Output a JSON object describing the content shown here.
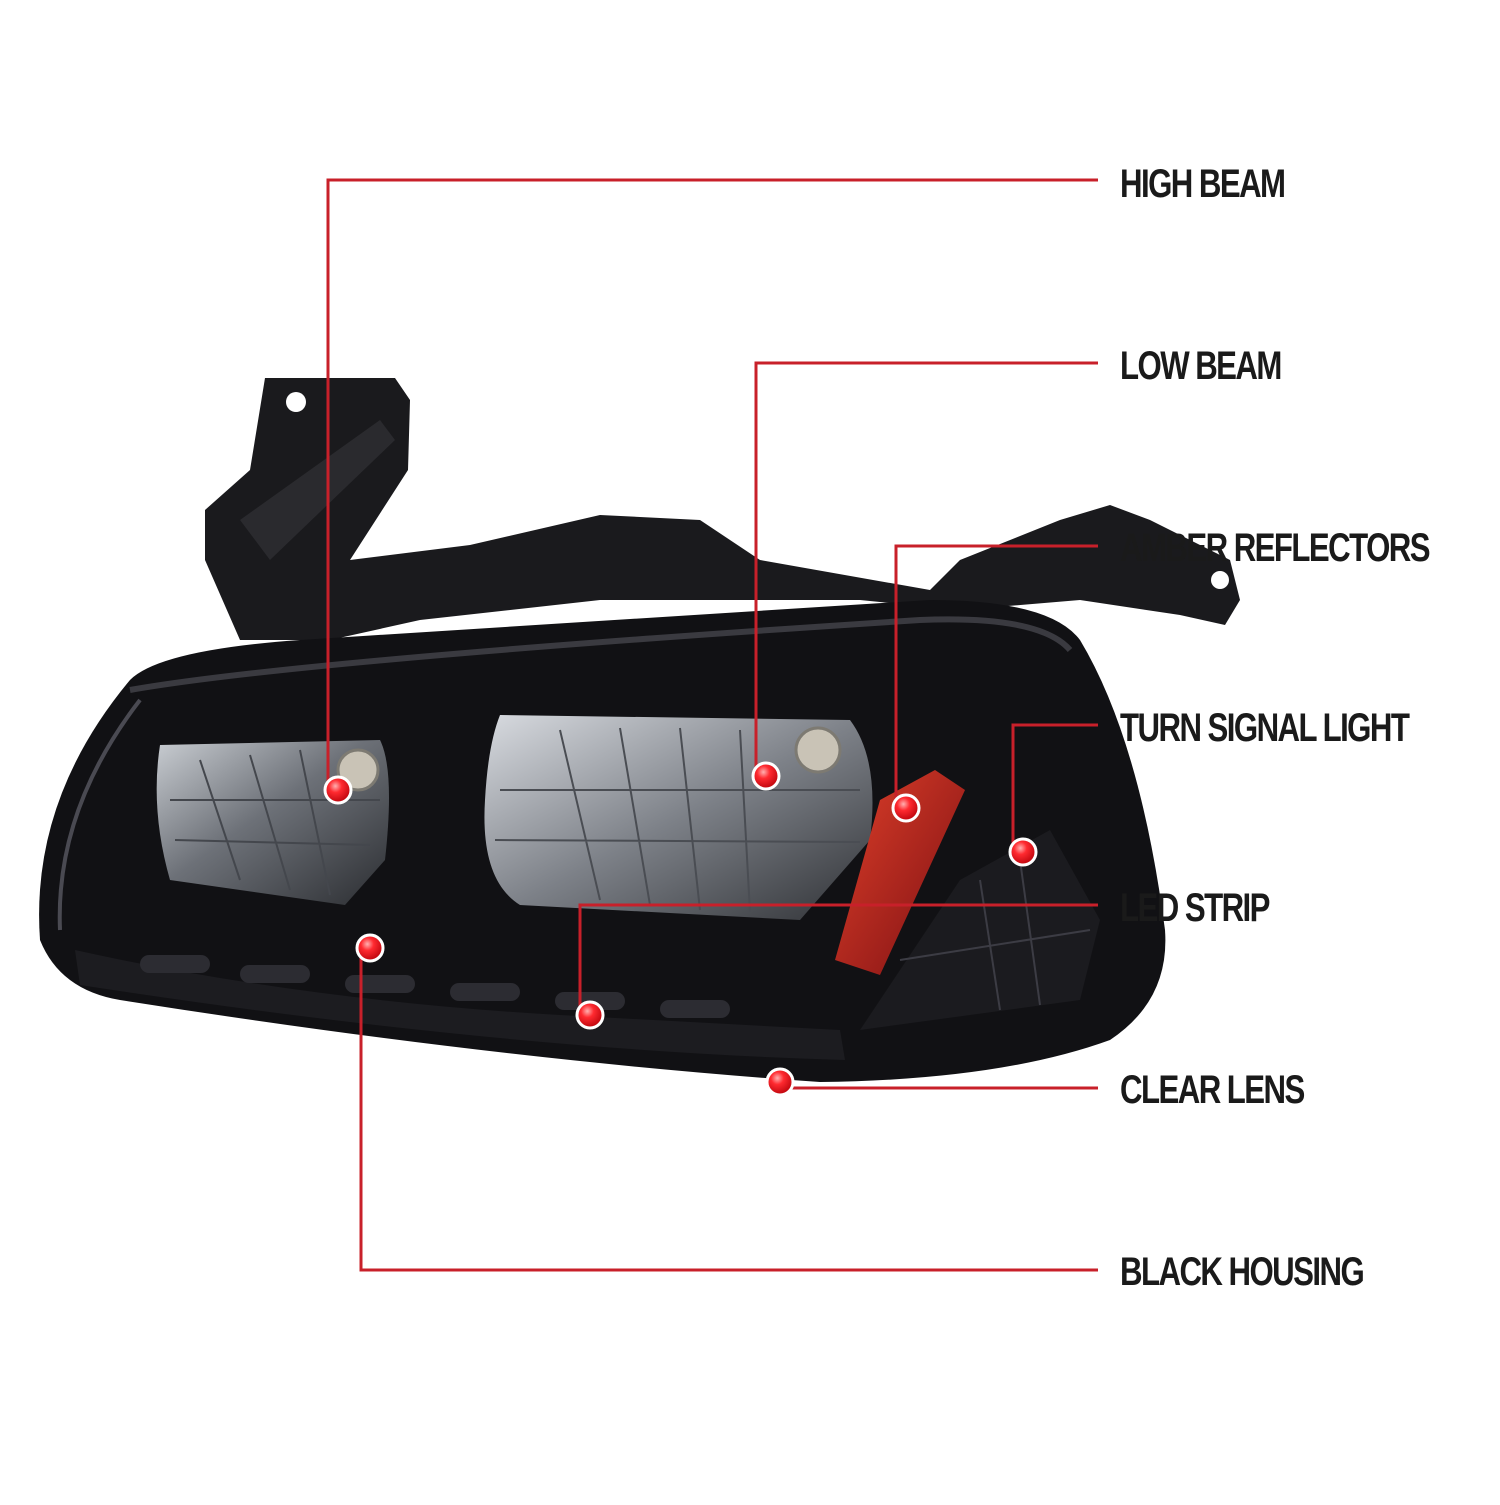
{
  "callouts": [
    {
      "label": "HIGH BEAM"
    },
    {
      "label": "LOW BEAM"
    },
    {
      "label": "AMBER REFLECTORS"
    },
    {
      "label": "TURN SIGNAL LIGHT"
    },
    {
      "label": "LED STRIP"
    },
    {
      "label": "CLEAR LENS"
    },
    {
      "label": "BLACK HOUSING"
    }
  ],
  "colors": {
    "leader_line": "#c8202a",
    "marker_dot": "#e8141e",
    "housing": "#111114",
    "amber_reflector": "#b0141a",
    "label_text": "#1a1a1a"
  }
}
